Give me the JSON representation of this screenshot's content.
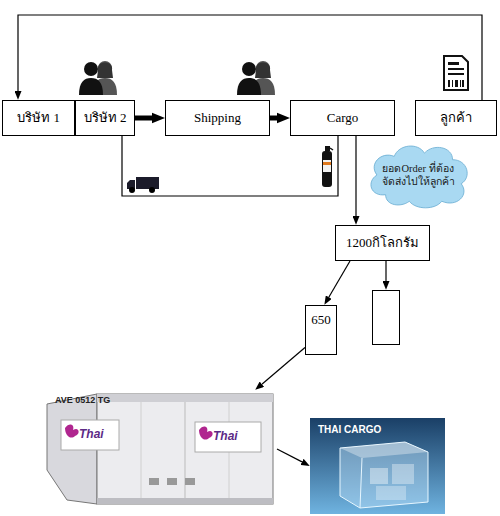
{
  "diagram": {
    "nodes": [
      {
        "text": [
          "บริษัท 1"
        ]
      },
      {
        "text": [
          "บริษัท 2"
        ]
      },
      {
        "text": [
          "Shipping"
        ]
      },
      {
        "text": [
          "Cargo"
        ]
      },
      {
        "text": [
          "ลูกค้า"
        ]
      },
      {
        "text": [
          "ยอดOrder ที่ต้อง จัดส่งไปให้ลูกค้า"
        ]
      },
      {
        "text": [
          "1200กิโลกรัม"
        ]
      },
      {
        "text": [
          "650"
        ]
      },
      {
        "text": []
      },
      {
        "text": [
          "AVE 0512 TG",
          "Thai",
          "Thai"
        ]
      },
      {
        "text": [
          "THAI CARGO"
        ]
      }
    ],
    "edges": [
      {
        "from": 4,
        "to": 0,
        "arrow": "to"
      },
      {
        "from": 1,
        "to": 2,
        "arrow": "to"
      },
      {
        "from": 2,
        "to": 3,
        "arrow": "to"
      },
      {
        "from": 1,
        "to": 3,
        "arrow": "none"
      },
      {
        "from": 3,
        "to": 6,
        "arrow": "to"
      },
      {
        "from": 6,
        "to": 7,
        "arrow": "to"
      },
      {
        "from": 6,
        "to": 8,
        "arrow": "to"
      },
      {
        "from": 7,
        "to": 9,
        "arrow": "to"
      },
      {
        "from": 9,
        "to": 10,
        "arrow": "to"
      }
    ]
  }
}
